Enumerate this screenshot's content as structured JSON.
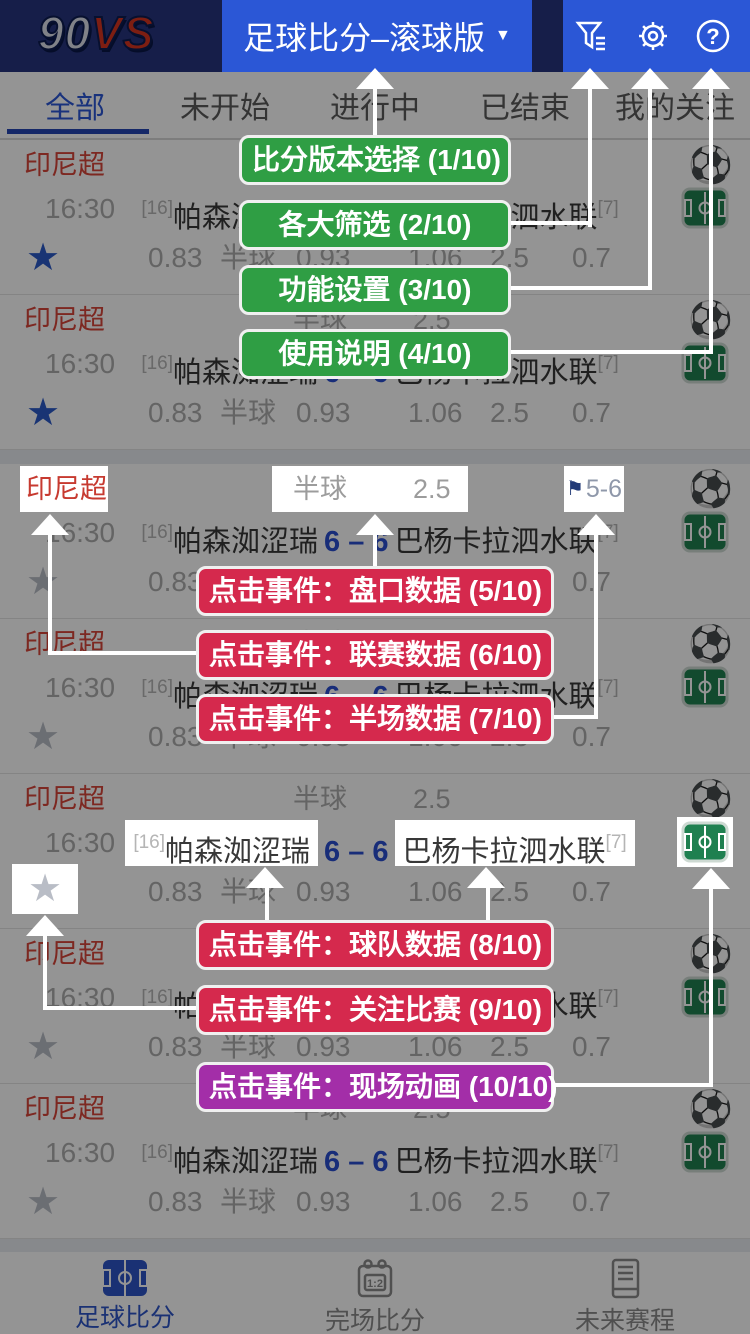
{
  "topbar": {
    "logo_part1": "90",
    "logo_part2": "VS",
    "title": "足球比分–滚球版",
    "caret": "▼",
    "help_glyph": "?"
  },
  "tabs": [
    {
      "label": "全部",
      "active": true
    },
    {
      "label": "未开始"
    },
    {
      "label": "进行中"
    },
    {
      "label": "已结束"
    },
    {
      "label": "我的关注"
    }
  ],
  "match": {
    "league": "印尼超",
    "handicap_label": "半球",
    "handicap_value": "2.5",
    "halftime_score": "5-6",
    "time": "16:30",
    "home_rank": "[16]",
    "home_team": "帕森洳涩瑞",
    "score": "6 – 6",
    "away_team": "巴杨卡拉泗水联",
    "away_rank": "[7]",
    "odds": [
      "0.83",
      "半球",
      "0.93",
      "1.06",
      "2.5",
      "0.7"
    ]
  },
  "icons": {
    "star": "★",
    "ball": "⚽",
    "flag": "⚑"
  },
  "rows": [
    {
      "starred": true
    },
    {
      "starred": true,
      "gap_after": true
    },
    {
      "highlight": "league"
    },
    {},
    {
      "highlight": "teams"
    },
    {},
    {
      "gap_after": true
    }
  ],
  "callouts": {
    "c1": "比分版本选择 (1/10)",
    "c2": "各大筛选 (2/10)",
    "c3": "功能设置 (3/10)",
    "c4": "使用说明 (4/10)",
    "c5": "点击事件：盘口数据 (5/10)",
    "c6": "点击事件：联赛数据 (6/10)",
    "c7": "点击事件：半场数据 (7/10)",
    "c8": "点击事件：球队数据 (8/10)",
    "c9": "点击事件：关注比赛 (9/10)",
    "c10": "点击事件：现场动画 (10/10)"
  },
  "bottom_nav": [
    {
      "label": "足球比分",
      "active": true
    },
    {
      "label": "完场比分",
      "badge": "1:2"
    },
    {
      "label": "未来赛程"
    }
  ]
}
